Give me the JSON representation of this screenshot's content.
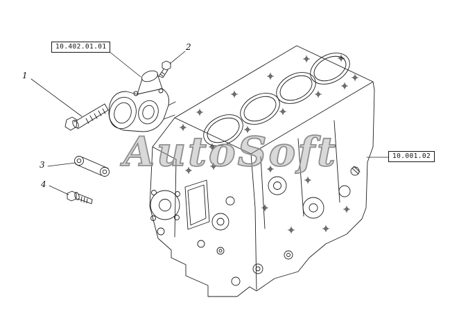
{
  "diagram": {
    "watermark": "AutoSoft",
    "references": [
      {
        "code": "10.402.01.01",
        "target": "thermostat-housing"
      },
      {
        "code": "10.001.02",
        "target": "engine-block"
      }
    ],
    "callouts": [
      {
        "number": "1",
        "points_to": "long-hex-bolt"
      },
      {
        "number": "2",
        "points_to": "short-hex-bolt"
      },
      {
        "number": "3",
        "points_to": "link-bracket"
      },
      {
        "number": "4",
        "points_to": "hex-flange-bolt"
      }
    ],
    "colors": {
      "background": "#ffffff",
      "line": "#1c1c1c",
      "watermark_stroke": "#8e8e8e",
      "text": "#111111"
    }
  }
}
